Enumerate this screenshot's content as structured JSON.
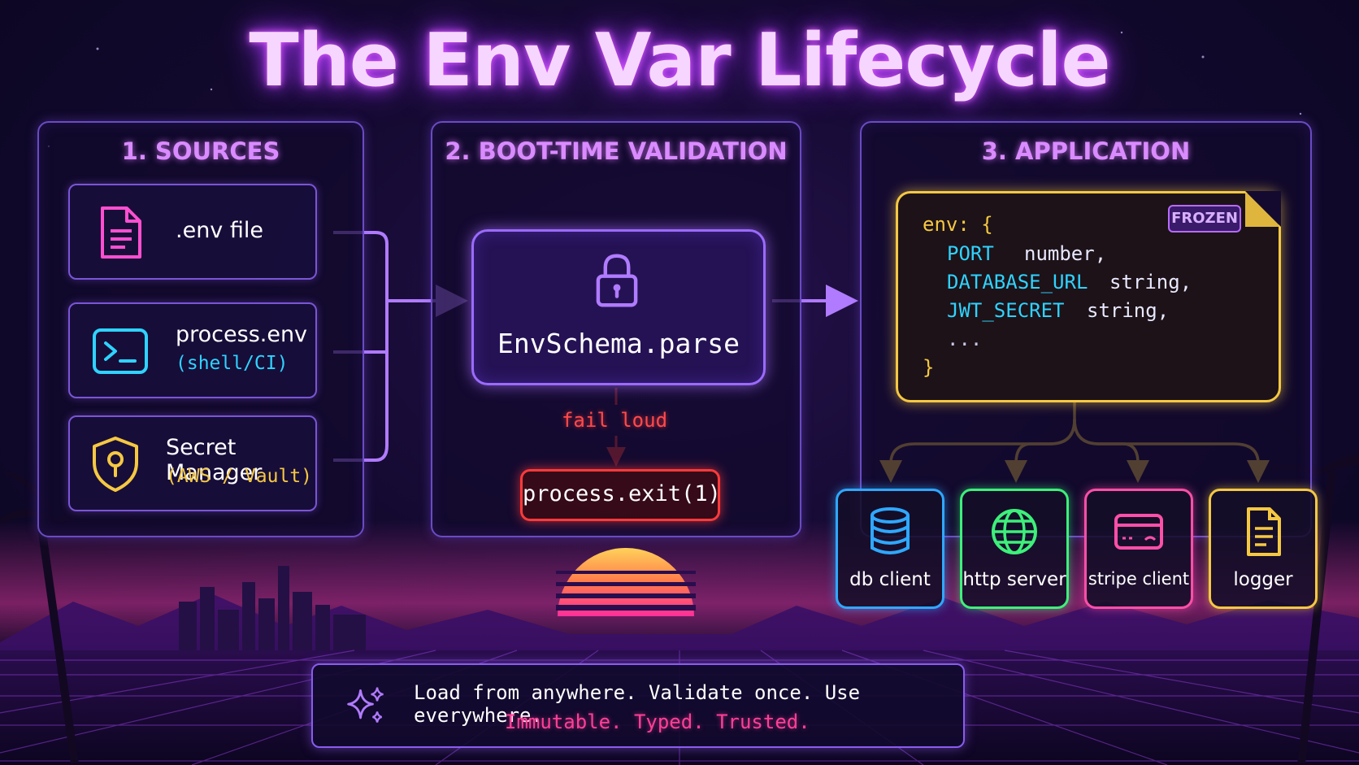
{
  "title": "The Env Var Lifecycle",
  "colors": {
    "purple": "#9b6bff",
    "pink": "#ff4fd0",
    "cyan": "#2fd3ff",
    "gold": "#f5c842",
    "red": "#ff3a3a",
    "green": "#3df07a",
    "magenta": "#ff3f96"
  },
  "sources": {
    "title": "1. SOURCES",
    "items": [
      {
        "label": ".env file",
        "sub": "",
        "icon": "document-icon"
      },
      {
        "label": "process.env",
        "sub": "(shell/CI)",
        "icon": "terminal-icon"
      },
      {
        "label": "Secret Manager",
        "sub": "(AWS / Vault)",
        "icon": "shield-keyhole-icon"
      }
    ]
  },
  "validation": {
    "title": "2. BOOT-TIME VALIDATION",
    "parse_label": "EnvSchema.parse",
    "parse_icon": "lock-icon",
    "fail_label": "fail loud",
    "exit_label": "process.exit(1)"
  },
  "application": {
    "title": "3. APPLICATION",
    "badge": "FROZEN",
    "code": {
      "open": "env: {",
      "fields": [
        {
          "key": "PORT",
          "type": "number,"
        },
        {
          "key": "DATABASE_URL",
          "type": "string,"
        },
        {
          "key": "JWT_SECRET",
          "type": "string,"
        }
      ],
      "ellipsis": "...",
      "close": "}"
    },
    "services": [
      {
        "label": "db client",
        "icon": "database-icon"
      },
      {
        "label": "http server",
        "icon": "globe-icon"
      },
      {
        "label": "stripe client",
        "icon": "credit-card-icon"
      },
      {
        "label": "logger",
        "icon": "log-document-icon"
      }
    ]
  },
  "banner": {
    "line1": "Load from anywhere. Validate once. Use everywhere.",
    "line2": "Immutable. Typed. Trusted.",
    "icon": "sparkles-icon"
  }
}
